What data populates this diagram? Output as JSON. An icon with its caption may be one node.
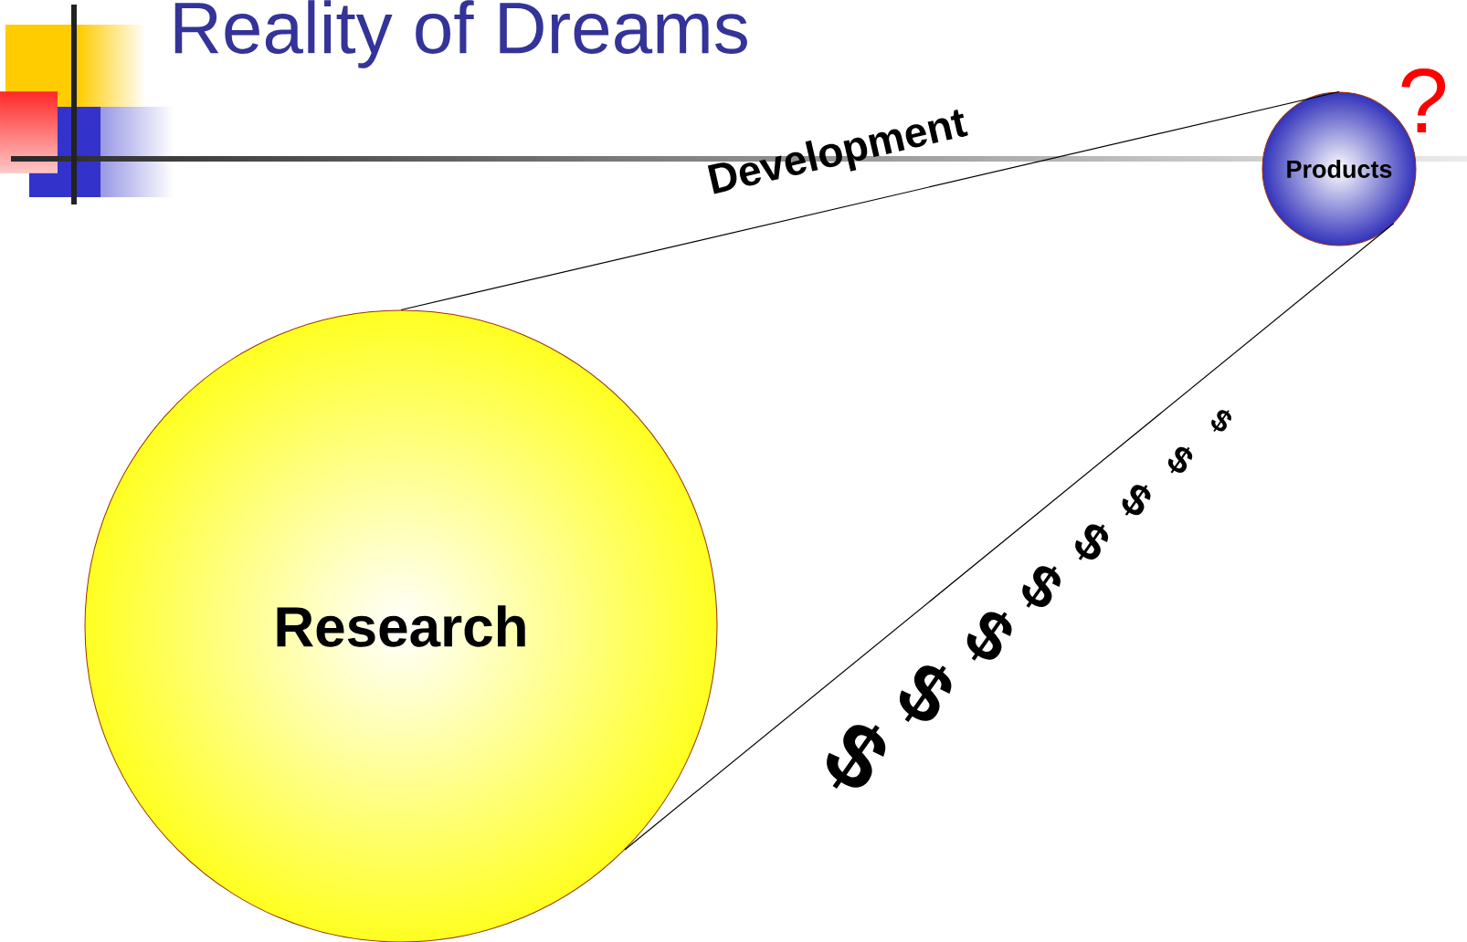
{
  "diagram": {
    "title": "Reality of Dreams",
    "nodes": [
      {
        "text": [
          "Research"
        ]
      },
      {
        "text": [
          "Products"
        ]
      }
    ],
    "edges": [
      {
        "from": 0,
        "to": 1,
        "arrow": "none",
        "label": "Development"
      },
      {
        "from": 0,
        "to": 1,
        "arrow": "none"
      }
    ],
    "labels": [
      "?",
      "$",
      "$",
      "$",
      "$",
      "$",
      "$",
      "$",
      "$"
    ]
  }
}
